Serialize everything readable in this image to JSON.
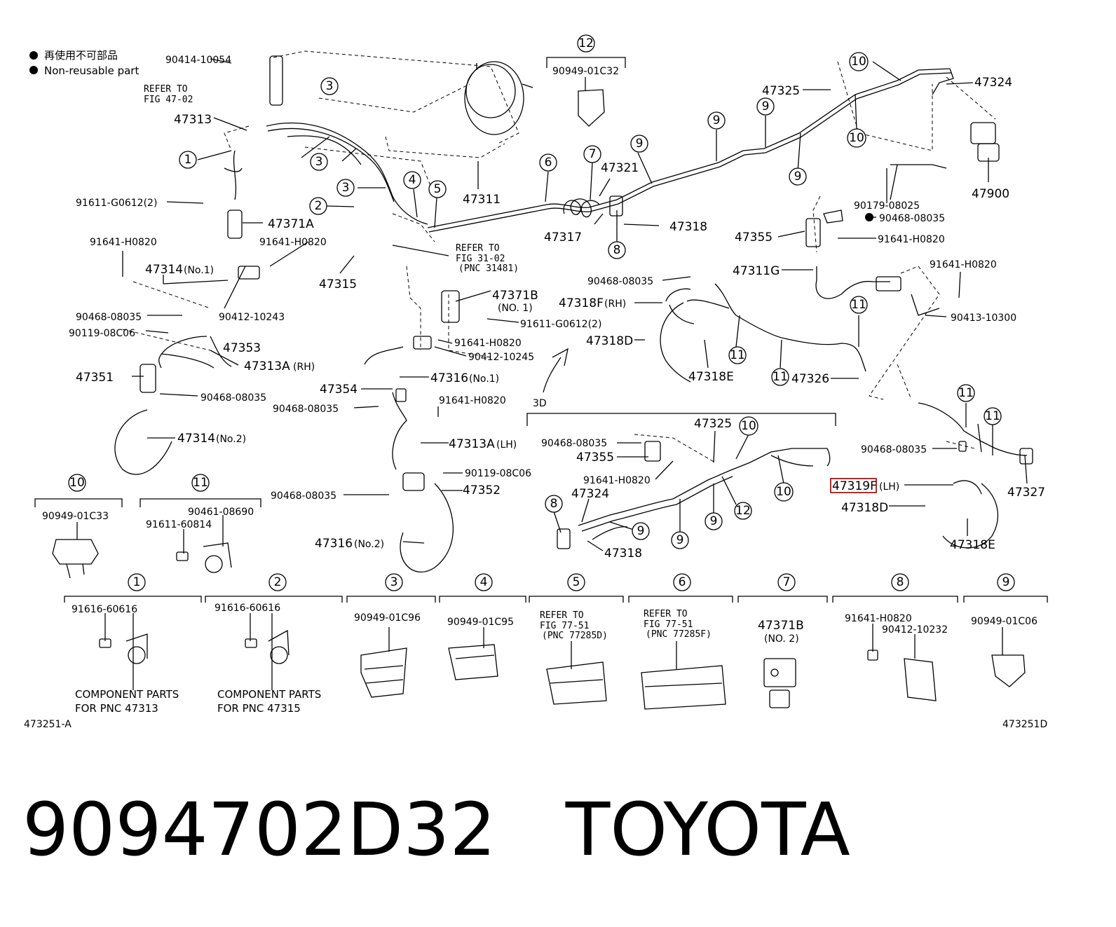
{
  "legend": {
    "line1": "再使用不可部品",
    "line2": "Non-reusable part"
  },
  "callouts": [
    "1",
    "2",
    "3",
    "4",
    "5",
    "6",
    "7",
    "8",
    "9",
    "10",
    "11",
    "12"
  ],
  "main_labels": {
    "l90414": "90414-10054",
    "refer4702a": "REFER TO",
    "refer4702b": "FIG 47-02",
    "l47313": "47313",
    "l91611a": "91611-G0612(2)",
    "l47371A": "47371A",
    "l91641a": "91641-H0820",
    "l91641b": "91641-H0820",
    "l47314no1": "47314",
    "l47314no1s": "(No.1)",
    "l90468a": "90468-08035",
    "l90412a": "90412-10243",
    "l90119a": "90119-08C06",
    "l47353": "47353",
    "l47351": "47351",
    "l47313A_rh": "47313A",
    "l47313A_rh_s": "(RH)",
    "l90468b": "90468-08035",
    "l47314no2": "47314",
    "l47314no2s": "(No.2)",
    "l47315": "47315",
    "l47311": "47311",
    "refer3102a": "REFER TO",
    "refer3102b": "FIG 31-02",
    "refer3102c": "(PNC 31481)",
    "l47371B": "47371B",
    "l47371Bs": "(NO. 1)",
    "l91611b": "91611-G0612(2)",
    "l91641c": "91641-H0820",
    "l90412b": "90412-10245",
    "l47316no1": "47316",
    "l47316no1s": "(No.1)",
    "l47354": "47354",
    "l90468c": "90468-08035",
    "l91641d": "91641-H0820",
    "l47313A_lh": "47313A",
    "l47313A_lh_s": "(LH)",
    "l90119b": "90119-08C06",
    "l90468d": "90468-08035",
    "l47352": "47352",
    "l47316no2": "47316",
    "l47316no2s": "(No.2)",
    "l90949c32": "90949-01C32",
    "l47321": "47321",
    "l47317": "47317",
    "l47318a": "47318",
    "l47325a": "47325",
    "l47324a": "47324",
    "l47900": "47900",
    "l90179": "90179-08025",
    "l90468e": "90468-08035",
    "l47355a": "47355",
    "l91641e": "91641-H0820",
    "l47311G": "47311G",
    "l91641f": "91641-H0820",
    "l90413": "90413-10300",
    "l90468f": "90468-08035",
    "l47318F": "47318F",
    "l47318Fs": "(RH)",
    "l47318Da": "47318D",
    "l47318Ea": "47318E",
    "l47326": "47326",
    "l3D": "3D",
    "l47325b": "47325",
    "l90468g": "90468-08035",
    "l47355b": "47355",
    "l91641g": "91641-H0820",
    "l47324b": "47324",
    "l47318b": "47318",
    "l90468h": "90468-08035",
    "l47319F": "47319F",
    "l47319Fs": "(LH)",
    "l47318Db": "47318D",
    "l47318Eb": "47318E",
    "l47327": "47327"
  },
  "sub_parts": {
    "g10": "90949-01C33",
    "g11a": "90461-08690",
    "g11b": "91611-60814",
    "p1_part": "91616-60616",
    "p1_c1": "COMPONENT PARTS",
    "p1_c2": "FOR PNC 47313",
    "p2_part": "91616-60616",
    "p2_c1": "COMPONENT PARTS",
    "p2_c2": "FOR PNC 47315",
    "p3_part": "90949-01C96",
    "p4_part": "90949-01C95",
    "p5_r1": "REFER TO",
    "p5_r2": "FIG 77-51",
    "p5_r3": "(PNC 77285D)",
    "p6_r1": "REFER TO",
    "p6_r2": "FIG 77-51",
    "p6_r3": "(PNC 77285F)",
    "p7_part": "47371B",
    "p7_sub": "(NO. 2)",
    "p8_a": "91641-H0820",
    "p8_b": "90412-10232",
    "p9_part": "90949-01C06"
  },
  "footer": {
    "left_code": "473251-A",
    "right_code": "473251D"
  },
  "caption": {
    "text": "9094702D32   TOYOTA"
  },
  "highlight_color": "#cc2222"
}
